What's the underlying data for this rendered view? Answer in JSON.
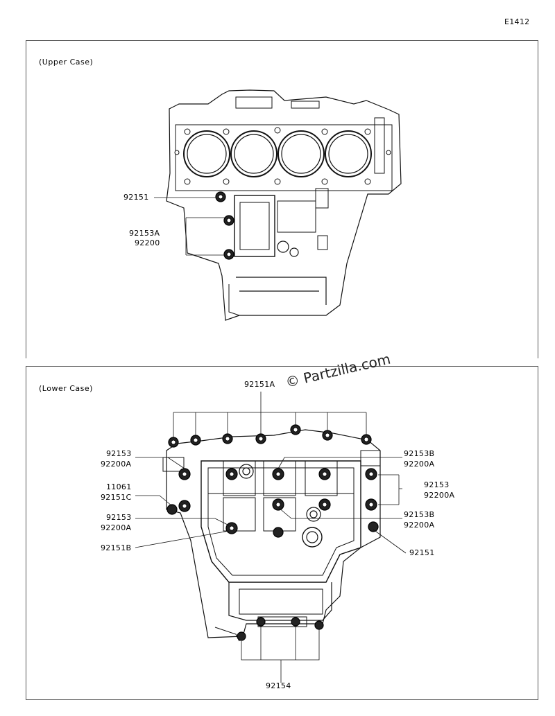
{
  "diagram_id": "E1412",
  "watermark": "© Partzilla.com",
  "upper": {
    "title": "(Upper Case)",
    "labels": {
      "a": "92151",
      "b": "92153A",
      "c": "92200"
    }
  },
  "lower": {
    "title": "(Lower Case)",
    "labels": {
      "top": "92151A",
      "l1a": "92153",
      "l1b": "92200A",
      "l2a": "11061",
      "l2b": "92151C",
      "l3a": "92153",
      "l3b": "92200A",
      "l4": "92151B",
      "r1a": "92153B",
      "r1b": "92200A",
      "r2a": "92153",
      "r2b": "92200A",
      "r3a": "92153B",
      "r3b": "92200A",
      "r4": "92151",
      "bottom": "92154"
    }
  }
}
